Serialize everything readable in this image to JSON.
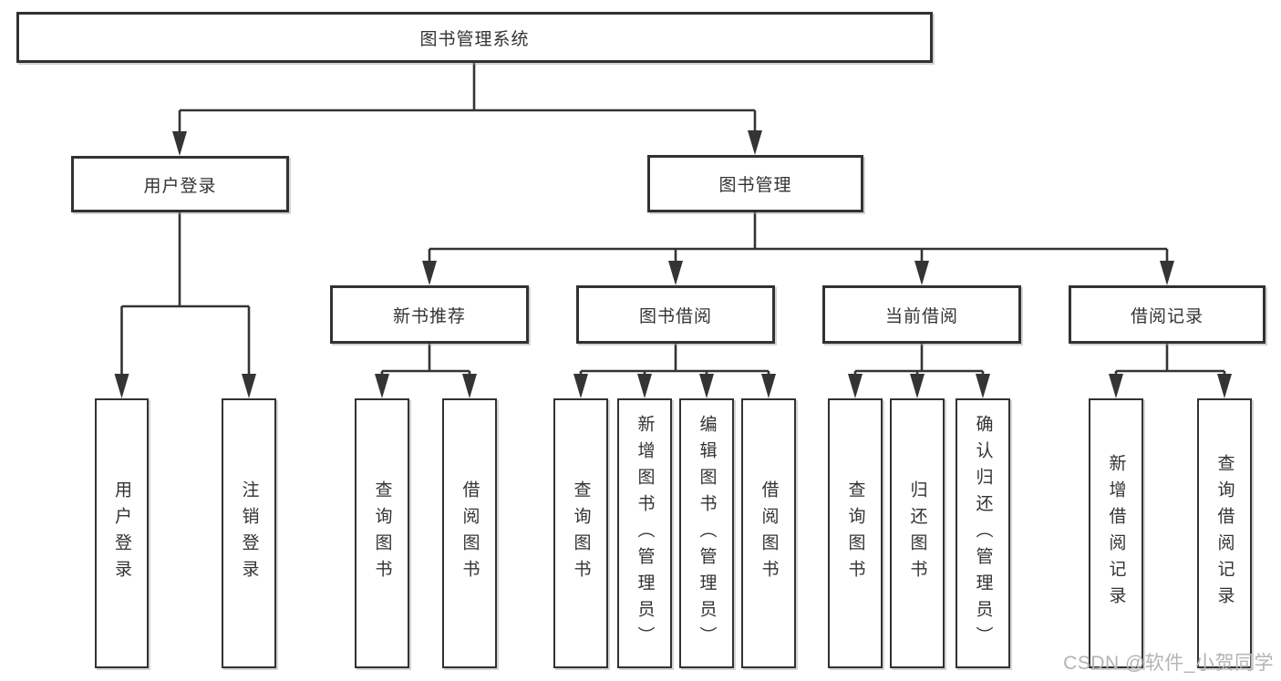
{
  "tree": {
    "label": "图书管理系统",
    "children": [
      {
        "label": "用户登录",
        "children": [
          {
            "label": "用户登录"
          },
          {
            "label": "注销登录"
          }
        ]
      },
      {
        "label": "图书管理",
        "children": [
          {
            "label": "新书推荐",
            "children": [
              {
                "label": "查询图书"
              },
              {
                "label": "借阅图书"
              }
            ]
          },
          {
            "label": "图书借阅",
            "children": [
              {
                "label": "查询图书"
              },
              {
                "label": "新增图书（管理员）"
              },
              {
                "label": "编辑图书（管理员）"
              },
              {
                "label": "借阅图书"
              }
            ]
          },
          {
            "label": "当前借阅",
            "children": [
              {
                "label": "查询图书"
              },
              {
                "label": "归还图书"
              },
              {
                "label": "确认归还（管理员）"
              }
            ]
          },
          {
            "label": "借阅记录",
            "children": [
              {
                "label": "新增借阅记录"
              },
              {
                "label": "查询借阅记录"
              }
            ]
          }
        ]
      }
    ]
  },
  "watermark": {
    "text": "CSDN @软件_小贺同学",
    "color": "#b3b3b3"
  },
  "colors": {
    "line": "#343434",
    "box_border": "#323232",
    "text": "#333333",
    "background": "#ffffff"
  }
}
